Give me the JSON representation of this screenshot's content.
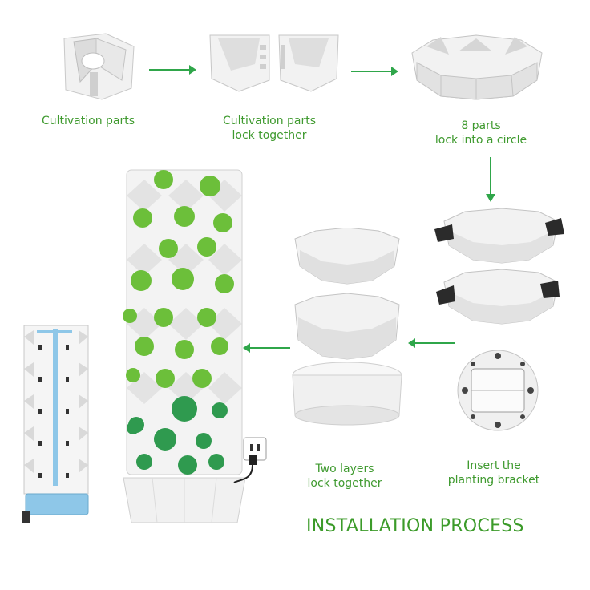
{
  "steps": {
    "step1": "Cultivation parts",
    "step2_line1": "Cultivation parts",
    "step2_line2": "lock together",
    "step3_line1": "8 parts",
    "step3_line2": "lock into a circle",
    "step4_line1": "Insert the",
    "step4_line2": "planting bracket",
    "step5_line1": "Two layers",
    "step5_line2": "lock together"
  },
  "title": "INSTALLATION PROCESS",
  "colors": {
    "accent_green": "#3c9b2a",
    "arrow_green": "#2fa64a",
    "plastic_white": "#f2f2f2",
    "plastic_shade": "#cfcfcf",
    "lettuce": "#6cbf3a",
    "water_blue": "#8ec7e8"
  }
}
